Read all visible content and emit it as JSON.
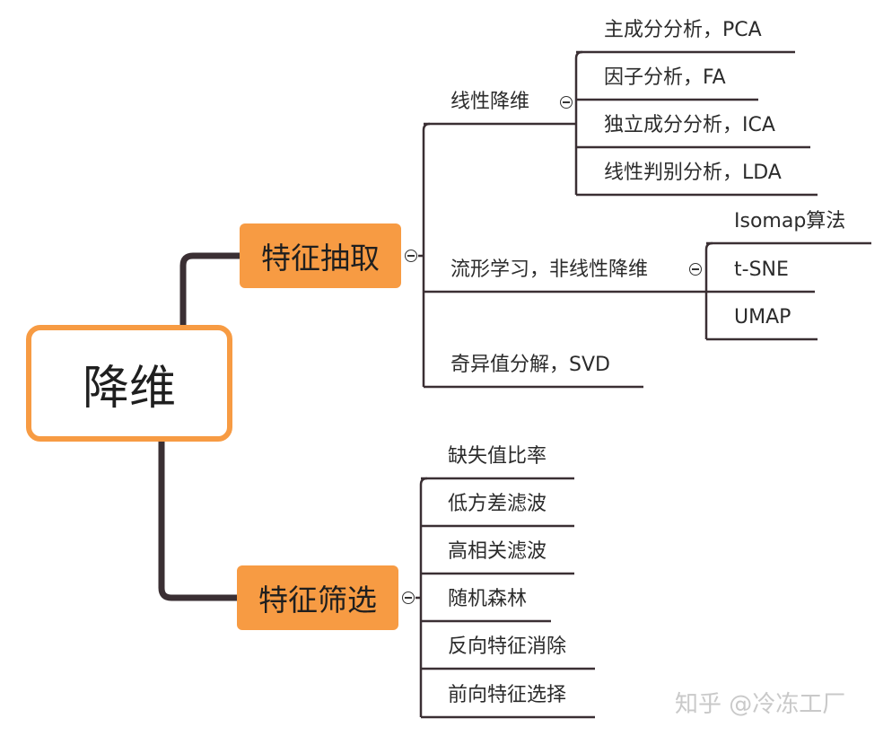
{
  "root": {
    "label": "降维"
  },
  "branches": [
    {
      "label": "特征抽取",
      "children": [
        {
          "label": "线性降维",
          "children": [
            "主成分分析，PCA",
            "因子分析，FA",
            "独立成分分析，ICA",
            "线性判别分析，LDA"
          ]
        },
        {
          "label": "流形学习，非线性降维",
          "children": [
            "Isomap算法",
            "t-SNE",
            "UMAP"
          ]
        },
        {
          "label": "奇异值分解，SVD",
          "children": []
        }
      ]
    },
    {
      "label": "特征筛选",
      "children": [
        {
          "label": "缺失值比率"
        },
        {
          "label": "低方差滤波"
        },
        {
          "label": "高相关滤波"
        },
        {
          "label": "随机森林"
        },
        {
          "label": "反向特征消除"
        },
        {
          "label": "前向特征选择"
        }
      ]
    }
  ],
  "watermark": "知乎 @冷冻工厂",
  "colors": {
    "accent": "#f79b43",
    "line": "#3a2f33",
    "text": "#2b2b2b",
    "watermark": "#c9c9c9"
  }
}
